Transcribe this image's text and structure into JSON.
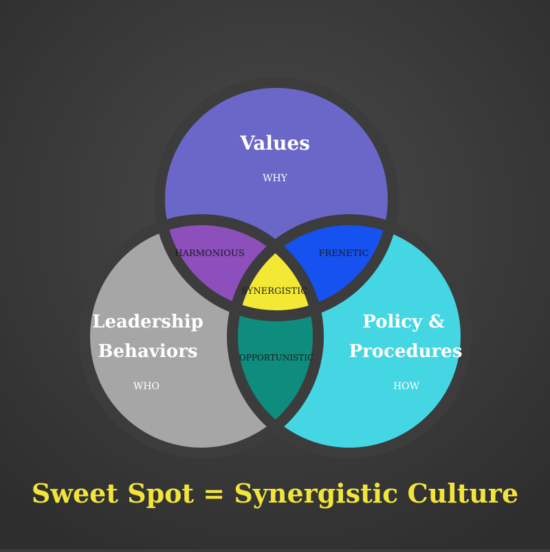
{
  "colors": {
    "background": "#3c3c3c",
    "values": "#6a67c9",
    "leadership": "#a6a6a6",
    "policy": "#45d6e4",
    "harmonious": "#8c4fbc",
    "frenetic": "#1652f0",
    "opportunistic": "#0e8c7d",
    "synergistic": "#f3e935",
    "title": "#f1e43a",
    "light_text": "#ffffff",
    "dark_text": "#1a1a1a"
  },
  "diagram": {
    "values": {
      "title": "Values",
      "subtitle": "WHY"
    },
    "leadership": {
      "title_line1": "Leadership",
      "title_line2": "Behaviors",
      "subtitle": "WHO"
    },
    "policy": {
      "title_line1": "Policy &",
      "title_line2": "Procedures",
      "subtitle": "HOW"
    },
    "harmonious": "HARMONIOUS",
    "frenetic": "FRENETIC",
    "opportunistic": "OPPORTUNISTIC",
    "synergistic": "SYNERGISTIC"
  },
  "caption": "Sweet Spot = Synergistic Culture"
}
